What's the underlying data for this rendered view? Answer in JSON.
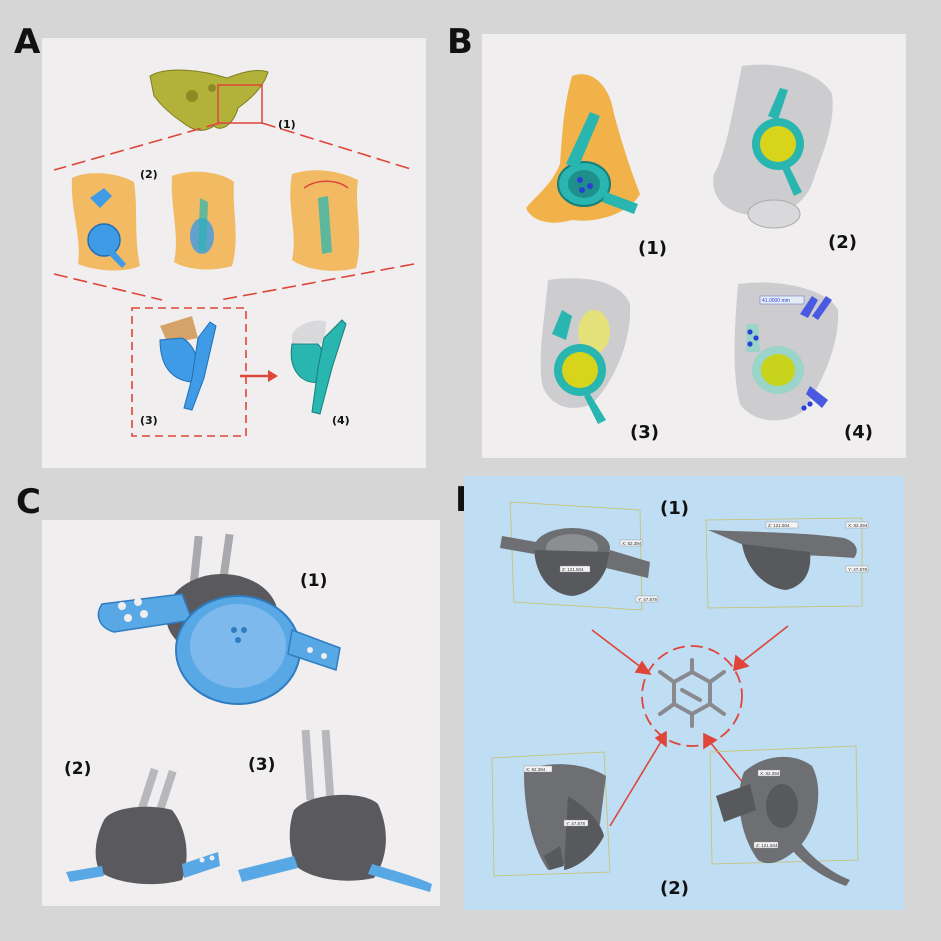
{
  "panels": {
    "A": {
      "letter": "A",
      "labels": [
        "(1)",
        "(2)",
        "(3)",
        "(4)"
      ]
    },
    "B": {
      "letter": "B",
      "labels": [
        "(1)",
        "(2)",
        "(3)",
        "(4)"
      ],
      "measure_tag": "41.0000 mm"
    },
    "C": {
      "letter": "C",
      "labels": [
        "(1)",
        "(2)",
        "(3)"
      ]
    },
    "D": {
      "letter": "D",
      "labels": [
        "(1)",
        "(2)"
      ],
      "dimension_tags": [
        "X: 82.394",
        "Y: 47.878",
        "Z: 121.504",
        "X: 82.394",
        "Y: 47.878",
        "Z: 121.504"
      ]
    }
  },
  "colors": {
    "background": "#d6d6d6",
    "panel_bg": "#f0eeef",
    "panel_d_bg": "#bfddf3",
    "pelvis_yellow": "#b2b23a",
    "bone_orange": "#f2b24a",
    "implant_teal": "#29b5b0",
    "implant_blue": "#3f9be6",
    "cup_yellow": "#d8d41c",
    "bone_gray": "#c9c9cc",
    "dashed_red": "#e0453a",
    "metal_gray": "#6d6f73"
  }
}
